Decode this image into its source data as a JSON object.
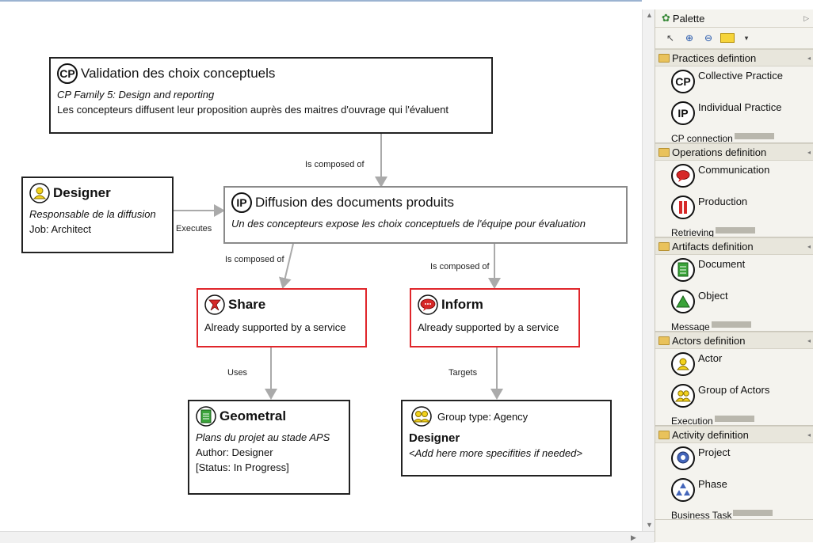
{
  "colors": {
    "accent_border": "#e0262b",
    "palette_bg": "#f4f3ee",
    "edge": "#aaaaaa"
  },
  "nodes": {
    "validation": {
      "badge": "CP",
      "title": "Validation des choix conceptuels",
      "family": "CP Family 5: Design and reporting",
      "desc": "Les concepteurs diffusent leur proposition auprès des maitres d'ouvrage qui l'évaluent"
    },
    "diffusion": {
      "badge": "IP",
      "title": "Diffusion des documents produits",
      "desc": "Un des concepteurs expose les choix conceptuels de l'équipe pour évaluation"
    },
    "designer": {
      "icon": "actor-icon",
      "title": "Designer",
      "role": "Responsable de la diffusion",
      "job": "Job: Architect"
    },
    "share": {
      "icon": "share-icon",
      "title": "Share",
      "desc": "Already supported by a service"
    },
    "inform": {
      "icon": "communication-icon",
      "title": "Inform",
      "desc": "Already supported by a service"
    },
    "geometral": {
      "icon": "document-icon",
      "title": "Geometral",
      "desc": "Plans du projet au stade APS",
      "author": "Author: Designer",
      "status": "[Status: In Progress]"
    },
    "group": {
      "icon": "group-of-actors-icon",
      "type": "Group type: Agency",
      "title": "Designer",
      "desc": "<Add here more specifities if needed>"
    }
  },
  "edges": {
    "e1": "Is composed of",
    "e2": "Executes",
    "e3": "Is composed of",
    "e4": "Is composed of",
    "e5": "Uses",
    "e6": "Targets"
  },
  "palette": {
    "title": "Palette",
    "drawers": [
      {
        "label": "Practices defintion",
        "items": [
          {
            "icon": "cp-icon",
            "glyph": "CP",
            "label": "Collective Practice"
          },
          {
            "icon": "ip-icon",
            "glyph": "IP",
            "label": "Individual Practice"
          }
        ],
        "cut": "CP connection"
      },
      {
        "label": "Operations definition",
        "items": [
          {
            "icon": "communication-icon",
            "glyph": "",
            "label": "Communication"
          },
          {
            "icon": "production-icon",
            "glyph": "",
            "label": "Production"
          }
        ],
        "cut": "Retrieving"
      },
      {
        "label": "Artifacts definition",
        "items": [
          {
            "icon": "document-icon",
            "glyph": "",
            "label": "Document"
          },
          {
            "icon": "object-icon",
            "glyph": "",
            "label": "Object"
          }
        ],
        "cut": "Message"
      },
      {
        "label": "Actors definition",
        "items": [
          {
            "icon": "actor-icon",
            "glyph": "",
            "label": "Actor"
          },
          {
            "icon": "group-of-actors-icon",
            "glyph": "",
            "label": "Group of Actors"
          }
        ],
        "cut": "Execution"
      },
      {
        "label": "Activity definition",
        "items": [
          {
            "icon": "project-icon",
            "glyph": "",
            "label": "Project"
          },
          {
            "icon": "phase-icon",
            "glyph": "",
            "label": "Phase"
          }
        ],
        "cut": "Business Task"
      }
    ]
  }
}
